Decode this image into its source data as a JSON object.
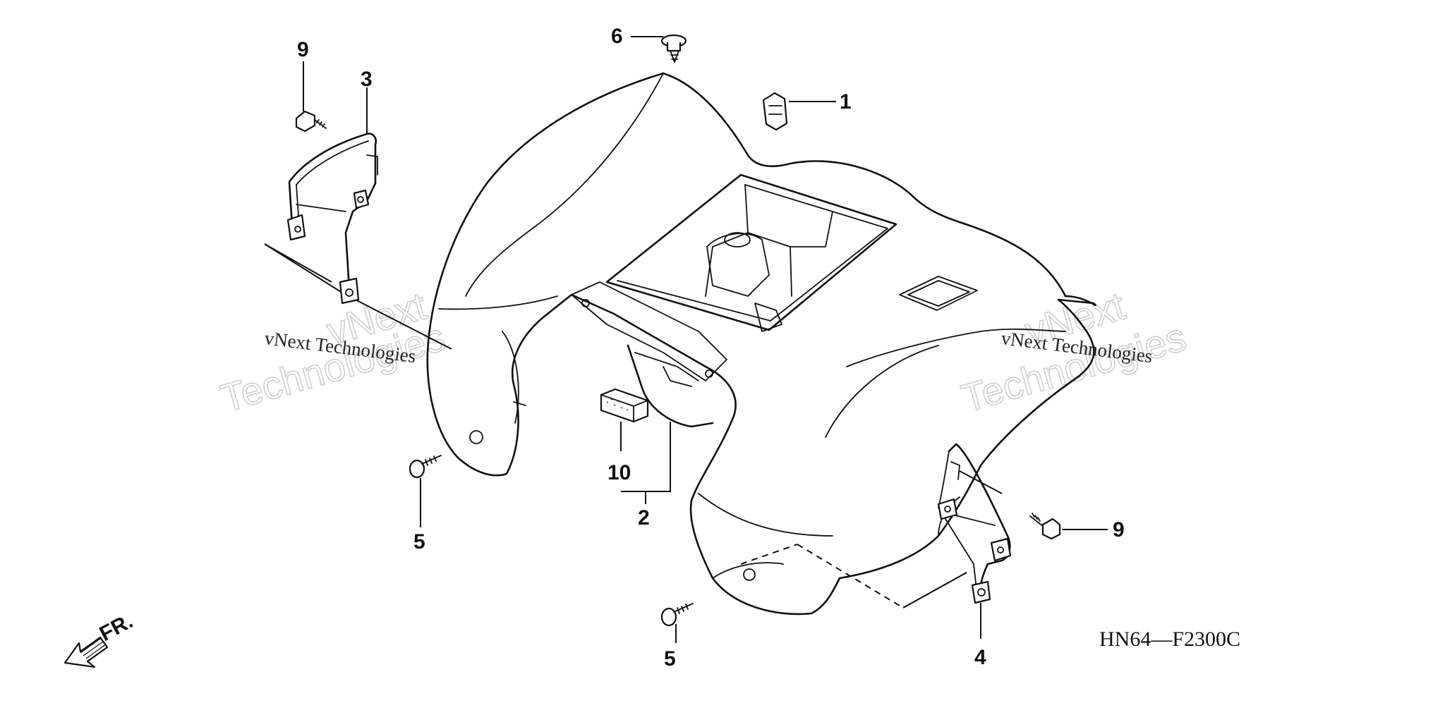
{
  "diagram": {
    "drawing_code": "HN64—F2300C",
    "direction_label": "FR.",
    "watermark": {
      "text": "vNext Technologies",
      "big_line1": "vNext",
      "big_line2": "Technologies"
    },
    "callouts": [
      {
        "id": "c1",
        "label": "1"
      },
      {
        "id": "c2",
        "label": "2"
      },
      {
        "id": "c3",
        "label": "3"
      },
      {
        "id": "c4",
        "label": "4"
      },
      {
        "id": "c5a",
        "label": "5"
      },
      {
        "id": "c5b",
        "label": "5"
      },
      {
        "id": "c6",
        "label": "6"
      },
      {
        "id": "c9a",
        "label": "9"
      },
      {
        "id": "c9b",
        "label": "9"
      },
      {
        "id": "c10",
        "label": "10"
      }
    ]
  }
}
